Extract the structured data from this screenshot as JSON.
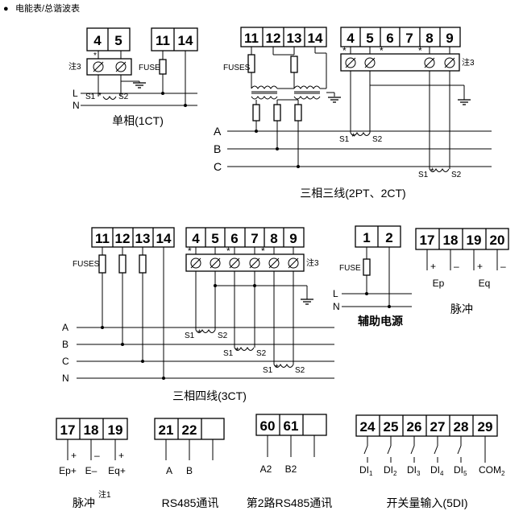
{
  "header": {
    "bullet": "●",
    "title": "电能表/总谐波表"
  },
  "single_phase": {
    "terminals_a": [
      "4",
      "5"
    ],
    "terminals_b": [
      "11",
      "14"
    ],
    "note": "注3",
    "fuse": "FUSE",
    "line_l": "L",
    "line_n": "N",
    "s1": "S1",
    "s2": "S2",
    "star": "*",
    "caption": "单相(1CT)"
  },
  "three_phase_3w": {
    "terminals_v": [
      "11",
      "12",
      "13",
      "14"
    ],
    "terminals_i": [
      "4",
      "5",
      "6",
      "7",
      "8",
      "9"
    ],
    "note": "注3",
    "fuses": "FUSES",
    "lines": [
      "A",
      "B",
      "C"
    ],
    "s1": "S1",
    "s2": "S2",
    "star": "*",
    "caption": "三相三线(2PT、2CT)"
  },
  "three_phase_4w": {
    "terminals_v": [
      "11",
      "12",
      "13",
      "14"
    ],
    "terminals_i": [
      "4",
      "5",
      "6",
      "7",
      "8",
      "9"
    ],
    "note": "注3",
    "fuses": "FUSES",
    "lines": [
      "A",
      "B",
      "C",
      "N"
    ],
    "s1": "S1",
    "s2": "S2",
    "star": "*",
    "caption": "三相四线(3CT)"
  },
  "aux_power": {
    "terminals": [
      "1",
      "2"
    ],
    "fuse": "FUSE",
    "line_l": "L",
    "line_n": "N",
    "caption": "辅助电源"
  },
  "pulse_top": {
    "terminals": [
      "17",
      "18",
      "19",
      "20"
    ],
    "signs": [
      "+",
      "–",
      "+",
      "–"
    ],
    "labels": [
      "Ep",
      "Eq"
    ],
    "caption": "脉冲"
  },
  "pulse_bottom": {
    "terminals": [
      "17",
      "18",
      "19"
    ],
    "signs": [
      "+",
      "–",
      "+"
    ],
    "labels": [
      "Ep+",
      "E–",
      "Eq+"
    ],
    "caption": "脉冲",
    "note": "注1"
  },
  "rs485": {
    "terminals": [
      "21",
      "22"
    ],
    "labels": [
      "A",
      "B"
    ],
    "caption": "RS485通讯"
  },
  "rs485_2": {
    "terminals": [
      "60",
      "61"
    ],
    "labels": [
      "A2",
      "B2"
    ],
    "caption": "第2路RS485通讯"
  },
  "di": {
    "terminals": [
      "24",
      "25",
      "26",
      "27",
      "28",
      "29"
    ],
    "labels": [
      "DI",
      "DI",
      "DI",
      "DI",
      "DI",
      "COM"
    ],
    "subs": [
      "1",
      "2",
      "3",
      "4",
      "5",
      "2"
    ],
    "caption": "开关量输入(5DI)"
  }
}
